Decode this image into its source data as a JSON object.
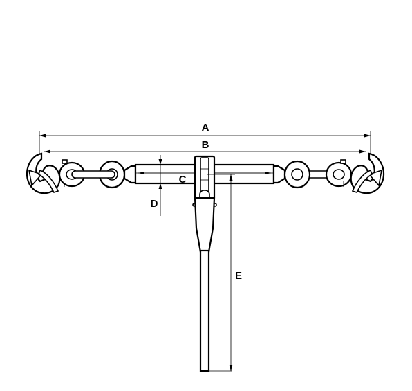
{
  "dimensions": {
    "a": "A",
    "b": "B",
    "c": "C",
    "d": "D",
    "e": "E"
  }
}
